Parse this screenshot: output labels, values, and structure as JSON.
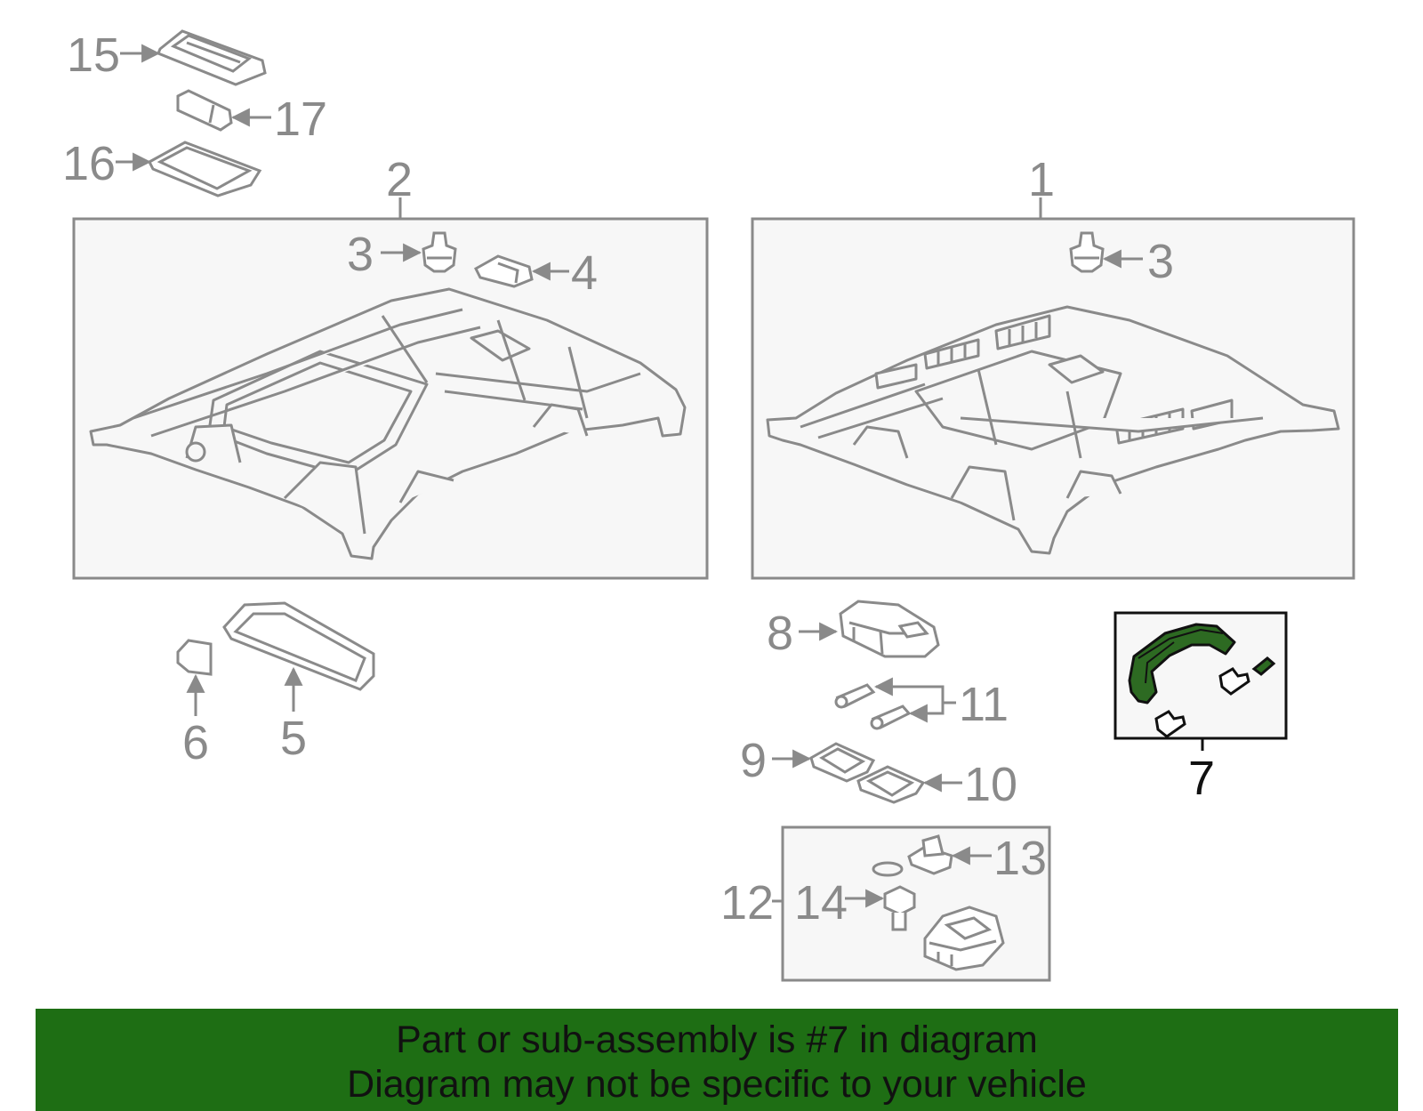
{
  "labels": {
    "l1": "1",
    "l2": "2",
    "l3a": "3",
    "l3b": "3",
    "l4": "4",
    "l5": "5",
    "l6": "6",
    "l7": "7",
    "l8": "8",
    "l9": "9",
    "l10": "10",
    "l11": "11",
    "l12": "12",
    "l13": "13",
    "l14": "14",
    "l15": "15",
    "l16": "16",
    "l17": "17"
  },
  "highlighted_part": "7",
  "colors": {
    "line_gray": "#8a8a8a",
    "panel_fill": "#f7f7f7",
    "highlight_green": "#2d6a22",
    "banner_green": "#1e6e14",
    "banner_text": "#111111"
  },
  "banner": {
    "line1": "Part or sub-assembly is #7 in diagram",
    "line2": "Diagram may not be specific to your vehicle"
  }
}
